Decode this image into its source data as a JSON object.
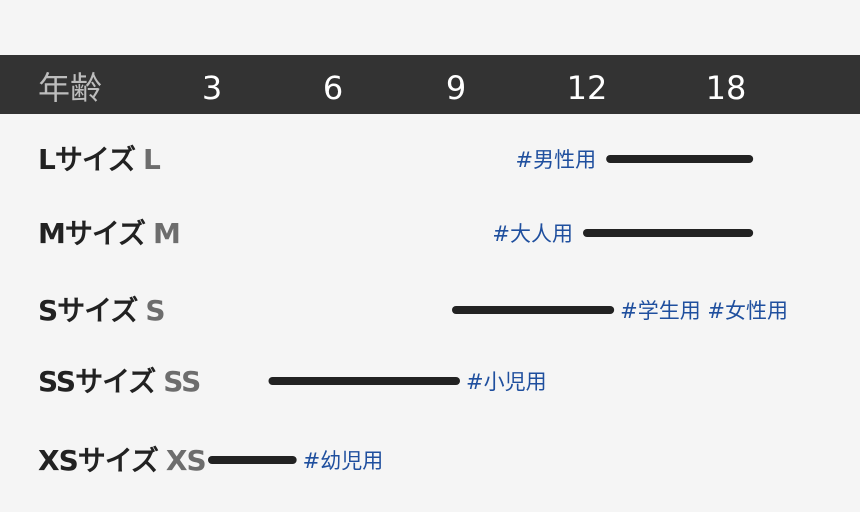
{
  "chart_data": {
    "type": "bar",
    "orientation": "horizontal-range",
    "axis_label": "年齢",
    "ticks": [
      "3",
      "6",
      "9",
      "12",
      "18"
    ],
    "rows": [
      {
        "label": "Lサイズ",
        "sub": "L",
        "range": [
          "13",
          "19"
        ],
        "tags": [
          "#男性用"
        ],
        "tag_side": "left"
      },
      {
        "label": "Mサイズ",
        "sub": "M",
        "range": [
          "12",
          "19"
        ],
        "tags": [
          "#大人用"
        ],
        "tag_side": "left"
      },
      {
        "label": "Sサイズ",
        "sub": "S",
        "range": [
          "9",
          "13"
        ],
        "tags": [
          "#学生用",
          "#女性用"
        ],
        "tag_side": "right"
      },
      {
        "label": "SSサイズ",
        "sub": "SS",
        "range": [
          "4.5",
          "9"
        ],
        "tags": [
          "#小児用"
        ],
        "tag_side": "right"
      },
      {
        "label": "XSサイズ",
        "sub": "XS",
        "range": [
          "3",
          "5"
        ],
        "tags": [
          "#幼児用"
        ],
        "tag_side": "right"
      }
    ]
  }
}
